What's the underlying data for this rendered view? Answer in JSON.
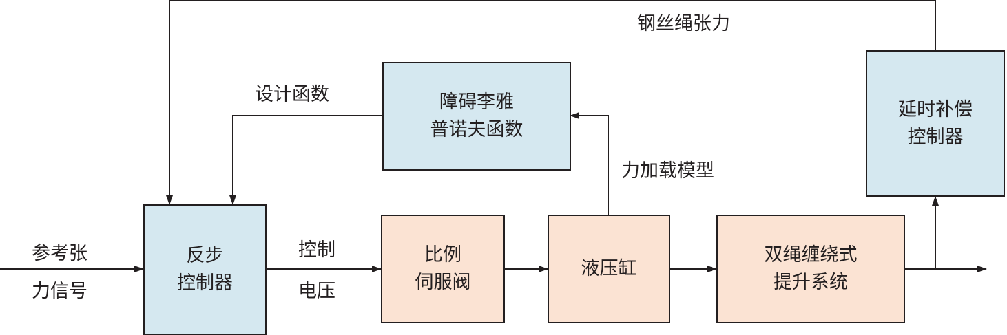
{
  "blocks": {
    "backstep": {
      "line1": "反步",
      "line2": "控制器"
    },
    "valve": {
      "line1": "比例",
      "line2": "伺服阀"
    },
    "cylinder": {
      "line1": "液压缸"
    },
    "hoist": {
      "line1": "双绳缠绕式",
      "line2": "提升系统"
    },
    "lyapunov": {
      "line1": "障碍李雅",
      "line2": "普诺夫函数"
    },
    "delay": {
      "line1": "延时补偿",
      "line2": "控制器"
    }
  },
  "labels": {
    "ref_signal_line1": "参考张",
    "ref_signal_line2": "力信号",
    "control_voltage_line1": "控制",
    "control_voltage_line2": "电压",
    "design_function": "设计函数",
    "force_model": "力加载模型",
    "rope_tension": "钢丝绳张力"
  },
  "colors": {
    "controller_fill": "#d5e8f0",
    "plant_fill": "#fbe3d3",
    "line": "#231f20"
  }
}
